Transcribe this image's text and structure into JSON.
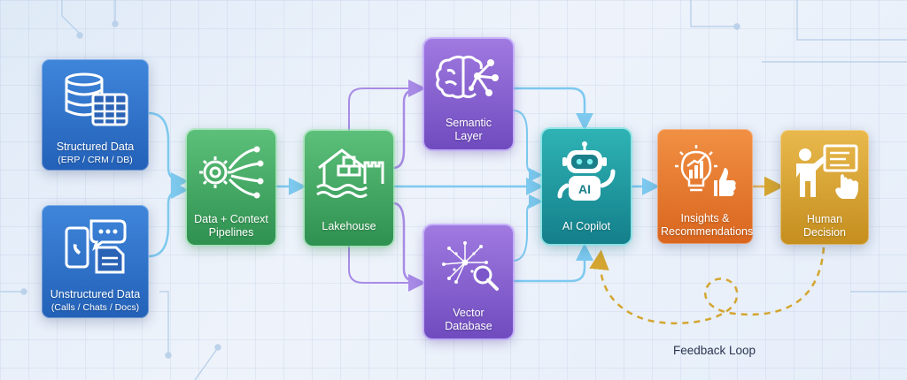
{
  "nodes": {
    "structured": {
      "title": "Structured Data",
      "sub": "(ERP / CRM / DB)"
    },
    "unstructured": {
      "title": "Unstructured Data",
      "sub": "(Calls / Chats / Docs)"
    },
    "pipelines": {
      "line1": "Data + Context",
      "line2": "Pipelines"
    },
    "lakehouse": {
      "title": "Lakehouse"
    },
    "semantic": {
      "line1": "Semantic",
      "line2": "Layer"
    },
    "vector": {
      "line1": "Vector",
      "line2": "Database"
    },
    "copilot": {
      "title": "AI Copilot",
      "badge": "AI"
    },
    "insights": {
      "line1": "Insights &",
      "line2": "Recommendations"
    },
    "decision": {
      "line1": "Human",
      "line2": "Decision"
    }
  },
  "feedback_label": "Feedback Loop",
  "colors": {
    "structured": "#2d6fc6",
    "pipelines": "#3fa560",
    "semantic": "#8560d0",
    "copilot": "#1c9aa2",
    "insights": "#e57a30",
    "decision": "#d6a230",
    "feedback": "#d4a530"
  }
}
